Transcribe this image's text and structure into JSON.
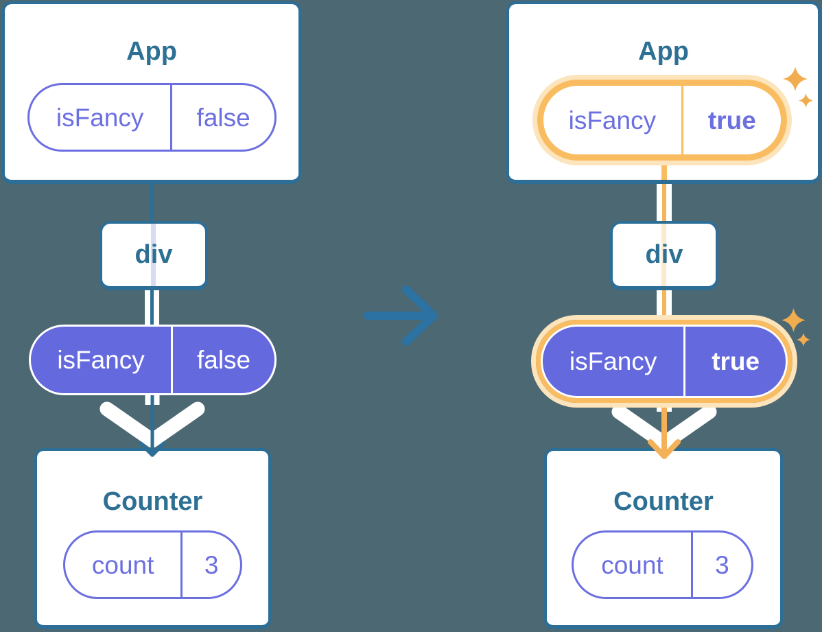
{
  "canvas": {
    "background": "#4B6873"
  },
  "colors": {
    "card_border": "#2D6E96",
    "title_text": "#2D7094",
    "purple": "#6B6FE0",
    "indigo_fill": "#6569DE",
    "flow_blue": "#2D6E96",
    "flow_white": "#FFFFFF",
    "track_blue_pale": "#D7DCF3",
    "track_orange_pale": "#FBEACD",
    "highlight_orange": "#F9BC61",
    "highlight_glow": "#FCE4BC",
    "sparkle_orange": "#F2AC50",
    "transition_arrow_blue": "#2C73A4"
  },
  "icons": {
    "transition": "right-arrow-icon",
    "flow": "down-arrowhead-icon",
    "sparkle": "sparkle-icon"
  },
  "before": {
    "app": {
      "title": "App",
      "state": {
        "name": "isFancy",
        "value": "false"
      }
    },
    "div": {
      "label": "div"
    },
    "prop": {
      "name": "isFancy",
      "value": "false"
    },
    "counter": {
      "title": "Counter",
      "state": {
        "name": "count",
        "value": "3"
      }
    }
  },
  "after": {
    "app": {
      "title": "App",
      "state": {
        "name": "isFancy",
        "value": "true"
      }
    },
    "div": {
      "label": "div"
    },
    "prop": {
      "name": "isFancy",
      "value": "true"
    },
    "counter": {
      "title": "Counter",
      "state": {
        "name": "count",
        "value": "3"
      }
    }
  }
}
